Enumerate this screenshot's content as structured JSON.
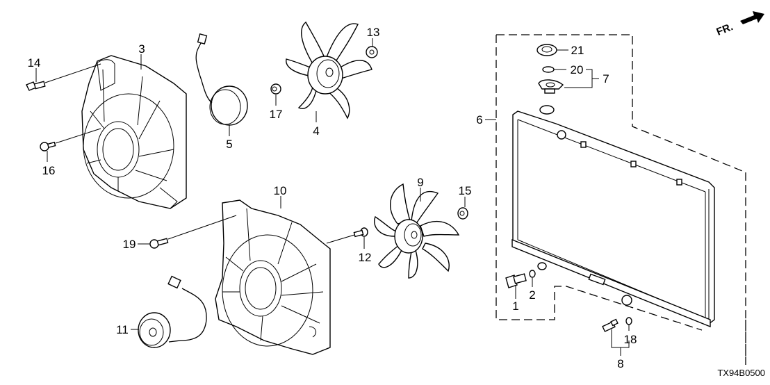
{
  "diagram": {
    "code": "TX94B0500",
    "direction_label": "FR.",
    "callouts": [
      {
        "id": "c1",
        "label": "1",
        "part": "drain-plug"
      },
      {
        "id": "c2",
        "label": "2",
        "part": "o-ring"
      },
      {
        "id": "c3",
        "label": "3",
        "part": "fan-shroud-upper"
      },
      {
        "id": "c4",
        "label": "4",
        "part": "cooling-fan"
      },
      {
        "id": "c5",
        "label": "5",
        "part": "fan-motor"
      },
      {
        "id": "c6",
        "label": "6",
        "part": "radiator-assembly"
      },
      {
        "id": "c7",
        "label": "7",
        "part": "radiator-cap-set"
      },
      {
        "id": "c8",
        "label": "8",
        "part": "temperature-sensor-set"
      },
      {
        "id": "c9",
        "label": "9",
        "part": "condenser-fan"
      },
      {
        "id": "c10",
        "label": "10",
        "part": "fan-shroud-lower"
      },
      {
        "id": "c11",
        "label": "11",
        "part": "condenser-fan-motor"
      },
      {
        "id": "c12",
        "label": "12",
        "part": "bolt"
      },
      {
        "id": "c13",
        "label": "13",
        "part": "nut"
      },
      {
        "id": "c14",
        "label": "14",
        "part": "bolt"
      },
      {
        "id": "c15",
        "label": "15",
        "part": "nut"
      },
      {
        "id": "c16",
        "label": "16",
        "part": "bolt"
      },
      {
        "id": "c17",
        "label": "17",
        "part": "collar"
      },
      {
        "id": "c18",
        "label": "18",
        "part": "o-ring"
      },
      {
        "id": "c19",
        "label": "19",
        "part": "bolt"
      },
      {
        "id": "c20",
        "label": "20",
        "part": "gasket"
      },
      {
        "id": "c21",
        "label": "21",
        "part": "cap-seal"
      }
    ]
  }
}
